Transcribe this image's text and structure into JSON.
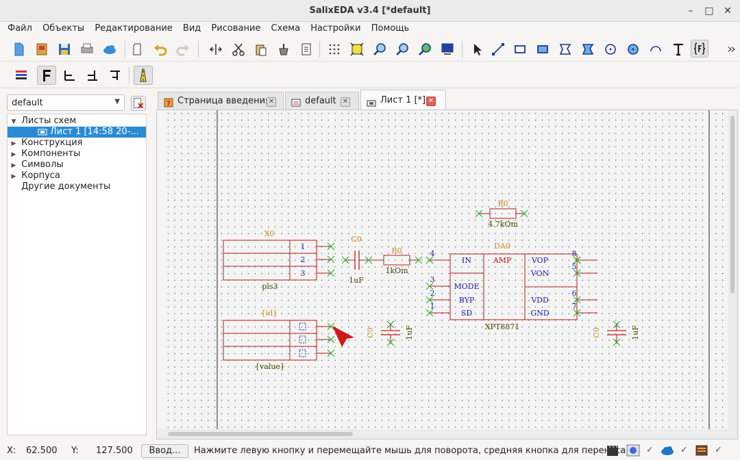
{
  "window": {
    "title": "SalixEDA v3.4 [*default]"
  },
  "menu": [
    "Файл",
    "Объекты",
    "Редактирование",
    "Вид",
    "Рисование",
    "Схема",
    "Настройки",
    "Помощь"
  ],
  "project_combo": {
    "value": "default"
  },
  "tree": {
    "root": "Листы схем",
    "sheet": "Лист 1 [14:58 20-...",
    "items": [
      "Конструкция",
      "Компоненты",
      "Символы",
      "Корпуса",
      "Другие документы"
    ]
  },
  "tabs": [
    {
      "label": "Страница введения"
    },
    {
      "label": "default"
    },
    {
      "label": "Лист 1 [*]"
    }
  ],
  "schematic": {
    "x0": {
      "ref": "X0",
      "name": "pls3",
      "pins": [
        "1",
        "2",
        "3"
      ]
    },
    "xid": {
      "ref": "{id}",
      "name": "{value}"
    },
    "c0_series": {
      "ref": "C0",
      "value": "1uF"
    },
    "r0_series": {
      "ref": "R0",
      "value": "1kOm"
    },
    "r0_top": {
      "ref": "R0",
      "value": "4.7kOm"
    },
    "da0": {
      "ref": "DA0",
      "center": "AMP",
      "name": "XPT8871",
      "left_pins": [
        {
          "num": "4",
          "name": "IN"
        },
        {
          "num": "3",
          "name": "MODE"
        },
        {
          "num": "2",
          "name": "BYP"
        },
        {
          "num": "1",
          "name": "SD"
        }
      ],
      "right_pins": [
        {
          "num": "8",
          "name": "VOP"
        },
        {
          "num": "5",
          "name": "VON"
        },
        {
          "num": "6",
          "name": "VDD"
        },
        {
          "num": "7",
          "name": "GND"
        }
      ]
    },
    "c0_a": {
      "ref": "C0",
      "value": "1uF"
    },
    "c0_b": {
      "ref": "C0",
      "value": "1uF"
    }
  },
  "status": {
    "x_label": "X:",
    "x_value": "62.500",
    "y_label": "Y:",
    "y_value": "127.500",
    "input_button": "Ввод...",
    "hint": "Нажмите левую кнопку и перемещайте мышь для поворота, средняя кнопка для переноса",
    "checks": [
      "✓",
      "✓",
      "✓"
    ]
  },
  "colors": {
    "wire": "#b52020",
    "pin_text": "#2020b0",
    "ref_text": "#d08a1a",
    "value_text": "#444400",
    "net_marker": "#30b030",
    "tab_close": "#e0605a",
    "selection": "#2a8bd5"
  }
}
